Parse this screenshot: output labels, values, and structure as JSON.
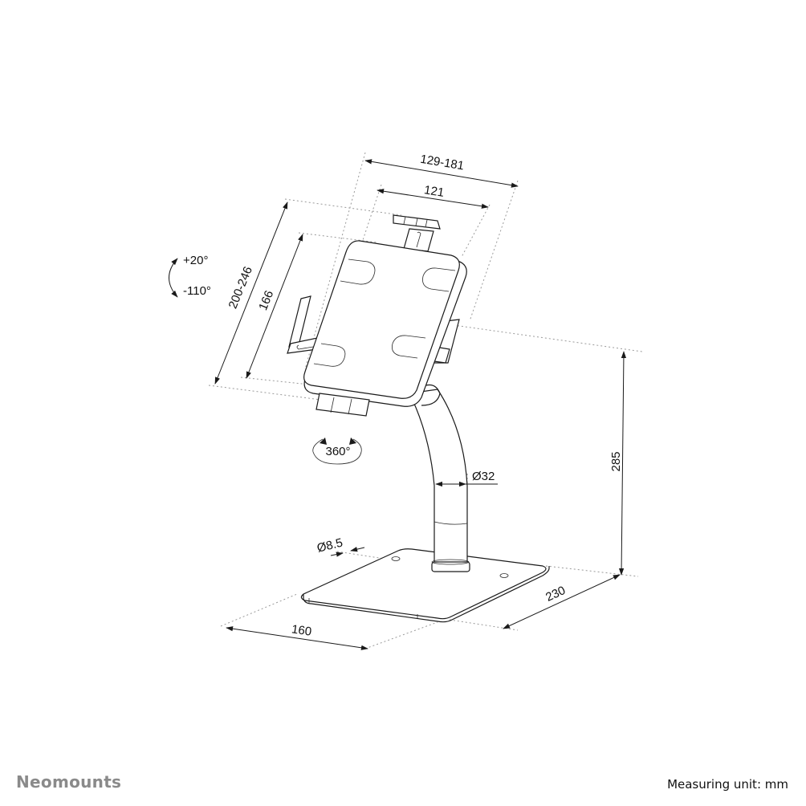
{
  "diagram": {
    "subject": "Tablet floor/desk stand with tablet holder",
    "dimensions": {
      "holder_width_range": "129-181",
      "holder_width_fixed": "121",
      "holder_height_range": "200-246",
      "holder_height_fixed": "166",
      "tilt_up": "+20°",
      "tilt_down": "-110°",
      "rotation": "360°",
      "pole_diameter": "Ø32",
      "total_height": "285",
      "hole_diameter": "Ø8.5",
      "base_width": "160",
      "base_depth": "230"
    },
    "colors": {
      "line": "#1a1a1a",
      "extension_line": "#9a9a9a",
      "brand": "#8a8a8a",
      "background": "#ffffff"
    }
  },
  "footer": {
    "brand": "Neomounts",
    "measuring_unit": "Measuring unit: mm"
  }
}
